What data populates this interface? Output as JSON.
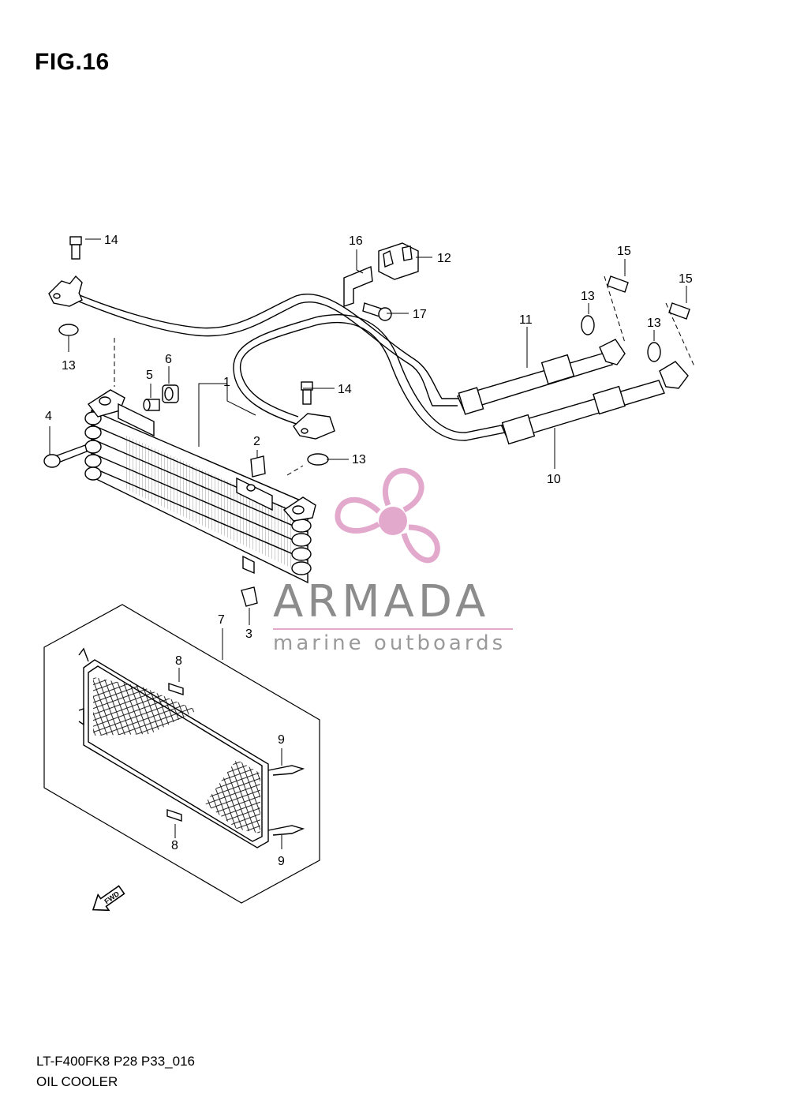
{
  "figure": {
    "title": "FIG.16",
    "model_code": "LT-F400FK8 P28 P33_016",
    "caption": "OIL COOLER"
  },
  "watermark": {
    "brand": "ARMADA",
    "tagline": "marine outboards",
    "accent_color": "#e3a9cd",
    "text_color": "#8c8c8c"
  },
  "callouts": {
    "c1": "1",
    "c2": "2",
    "c3": "3",
    "c4": "4",
    "c5": "5",
    "c6": "6",
    "c7": "7",
    "c8a": "8",
    "c8b": "8",
    "c9a": "9",
    "c9b": "9",
    "c10": "10",
    "c11": "11",
    "c12": "12",
    "c13a": "13",
    "c13b": "13",
    "c13c": "13",
    "c13d": "13",
    "c14a": "14",
    "c14b": "14",
    "c15a": "15",
    "c15b": "15",
    "c16": "16",
    "c17": "17"
  },
  "fwd_label": "FWD"
}
